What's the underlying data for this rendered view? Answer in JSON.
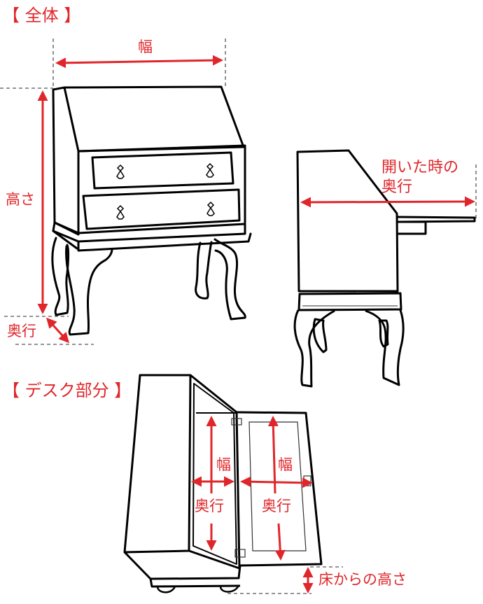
{
  "colors": {
    "accent": "#e0262a",
    "line": "#000000",
    "guide": "#555555",
    "background": "#ffffff"
  },
  "sections": {
    "overall": {
      "title": "【 全体 】"
    },
    "desk": {
      "title": "【 デスク部分 】"
    }
  },
  "overall_view": {
    "labels": {
      "width": "幅",
      "height": "高さ",
      "depth": "奥行"
    }
  },
  "side_view": {
    "labels": {
      "open_depth_line1": "開いた時の",
      "open_depth_line2": "奥行"
    }
  },
  "desk_view": {
    "left_panel": {
      "width": "幅",
      "depth": "奥行"
    },
    "right_panel": {
      "width": "幅",
      "depth": "奥行"
    },
    "floor_height": "床からの高さ"
  }
}
